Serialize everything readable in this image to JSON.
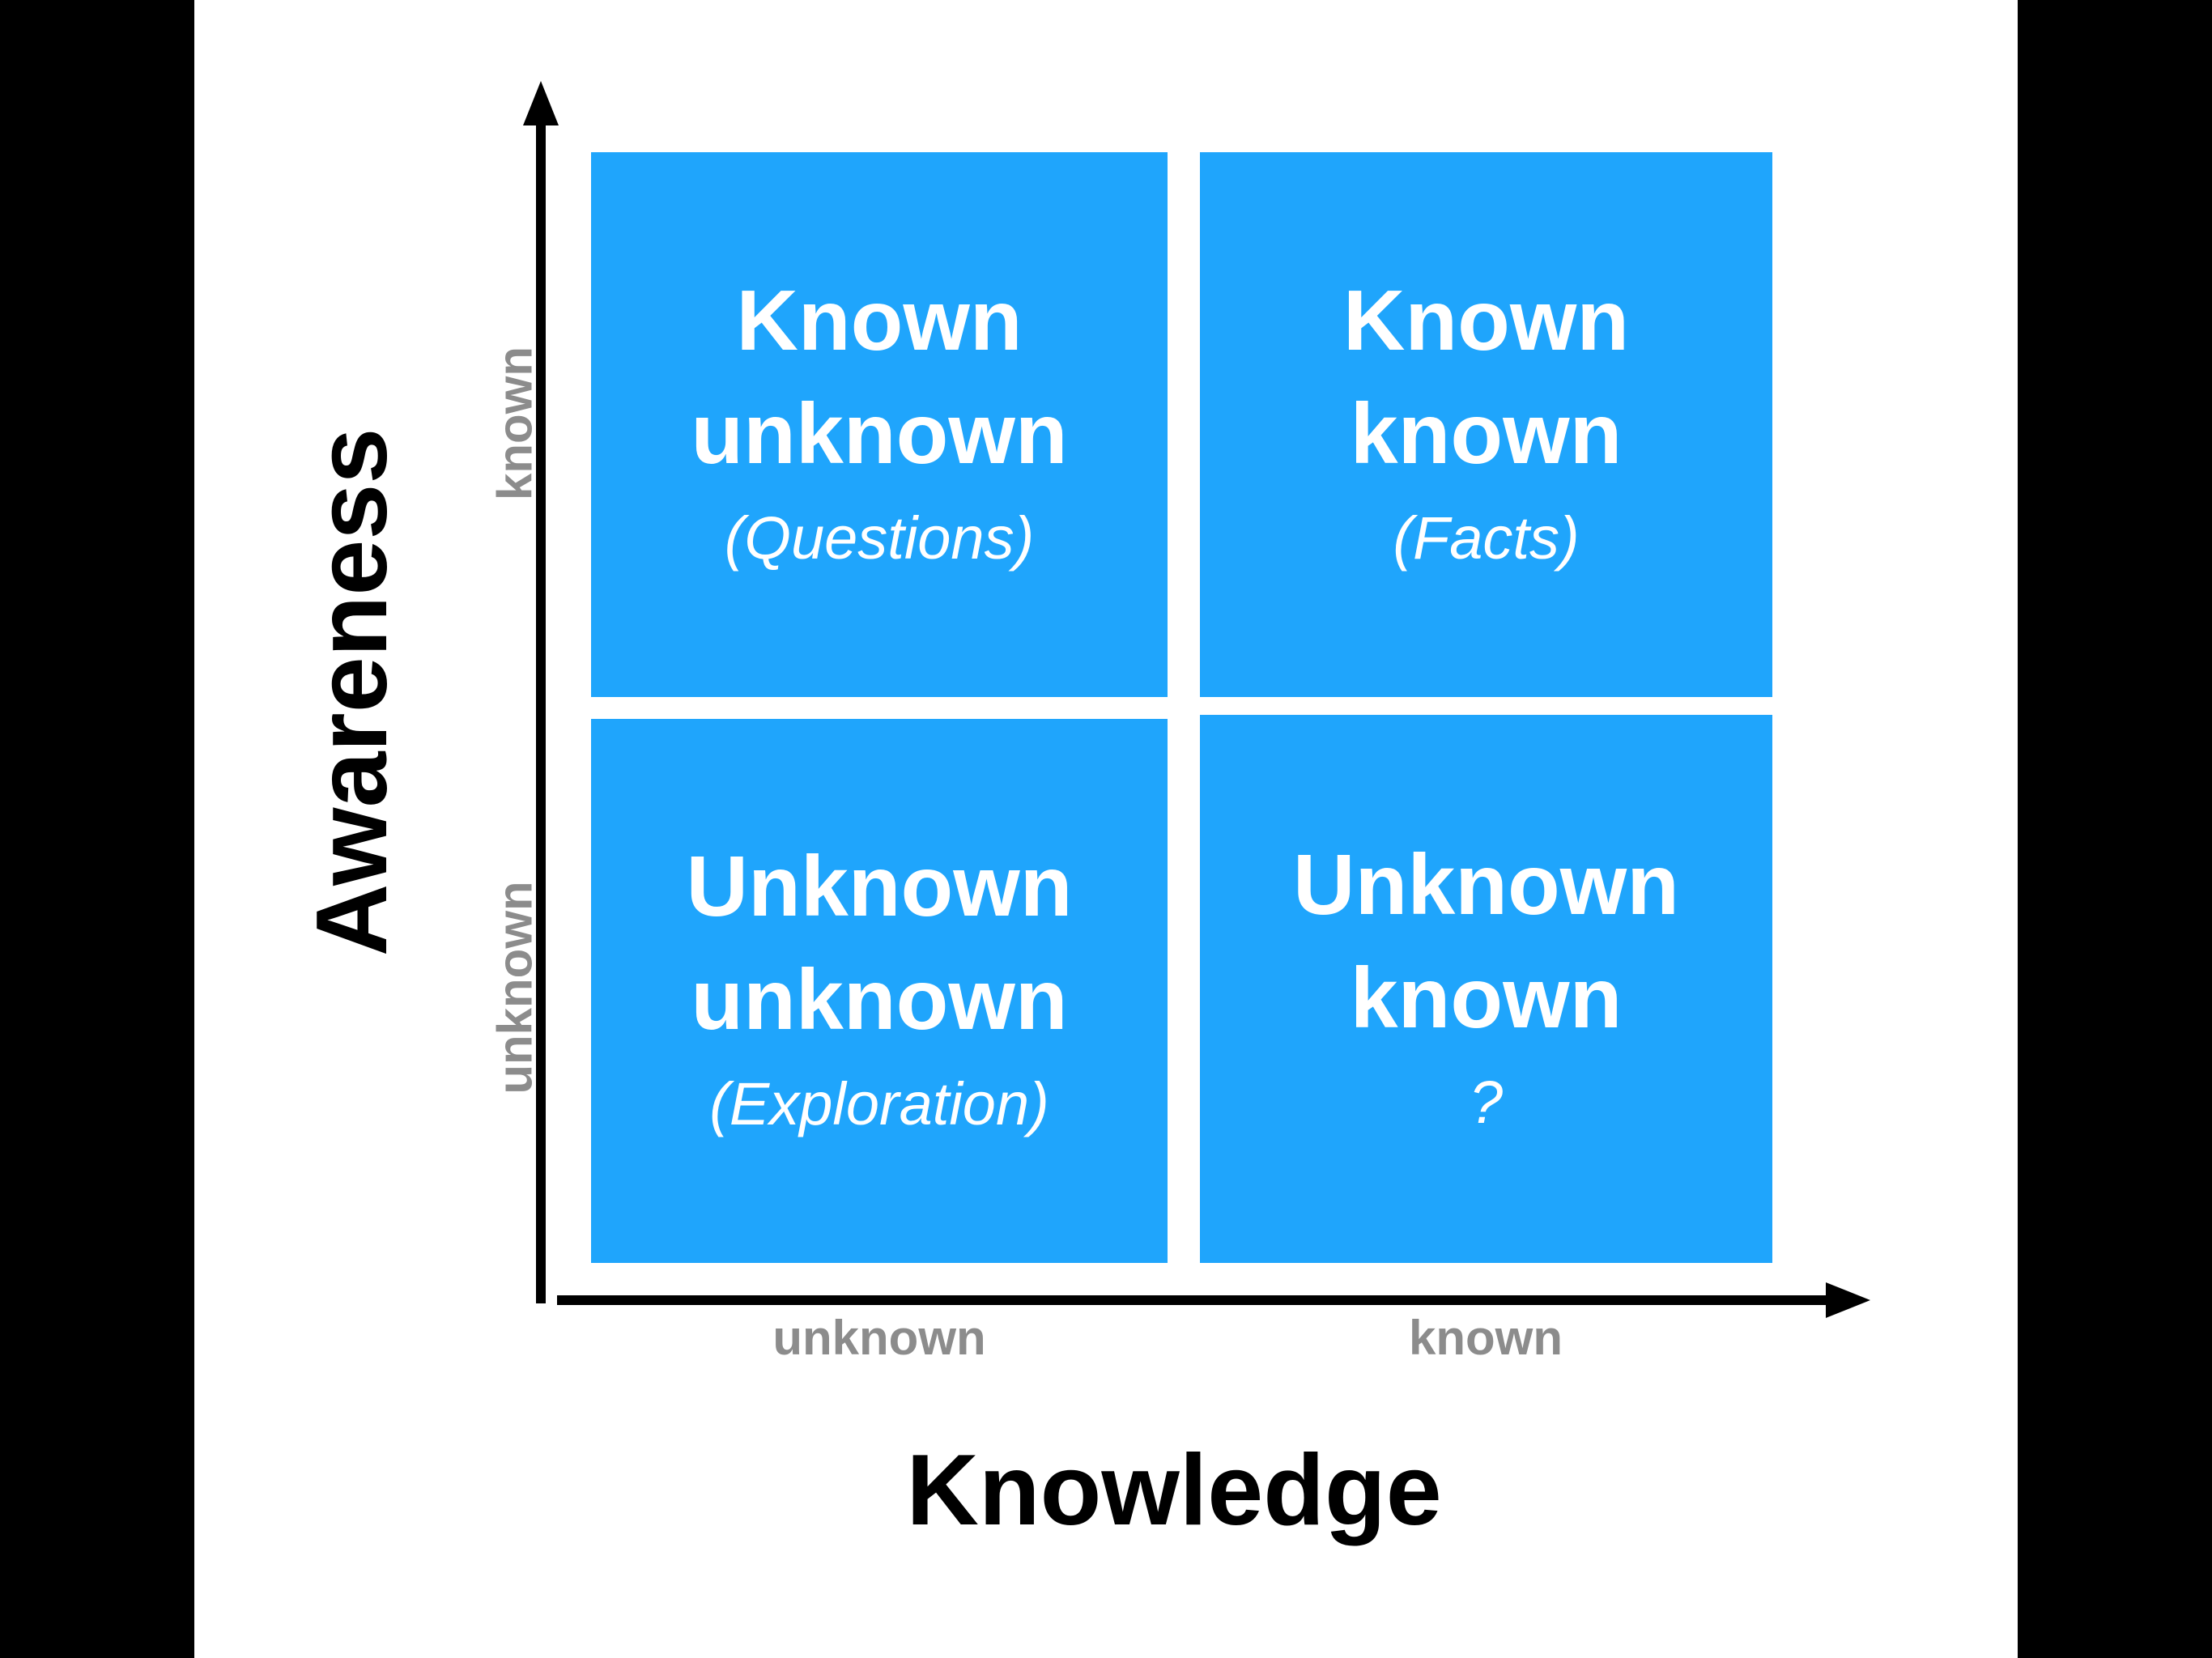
{
  "colors": {
    "quadrant_fill": "#1fa5fc",
    "quadrant_text": "#ffffff",
    "axis": "#000000",
    "tick_text": "#8c8c8c",
    "axis_title": "#000000",
    "background": "#ffffff",
    "letterbox": "#000000"
  },
  "axes": {
    "x_title": "Knowledge",
    "y_title": "Awareness",
    "x_ticks": [
      "unknown",
      "known"
    ],
    "y_ticks": [
      "unknown",
      "known"
    ]
  },
  "quadrants": [
    {
      "line1": "Known",
      "line2": "unknown",
      "sub": "(Questions)"
    },
    {
      "line1": "Known",
      "line2": "known",
      "sub": "(Facts)"
    },
    {
      "line1": "Unknown",
      "line2": "unknown",
      "sub": "(Exploration)"
    },
    {
      "line1": "Unknown",
      "line2": "known",
      "sub": "?"
    }
  ]
}
